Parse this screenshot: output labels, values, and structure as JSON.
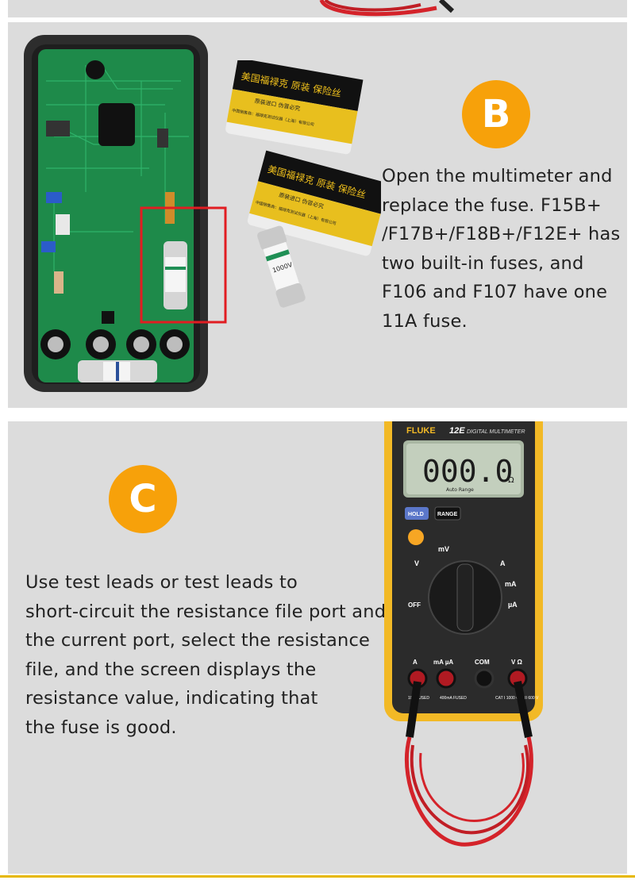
{
  "section_b": {
    "badge_letter": "B",
    "description": "Open the multimeter and\nreplace the fuse. F15B+\n/F17B+/F18B+/F12E+ has\ntwo built-in fuses, and\nF106 and F107 have one\n11A fuse.",
    "fuse_box_top": {
      "line1": "美国福禄克 原装 保险丝",
      "line2": "原装进口 伪冒必究",
      "line3": "中国销售商：福禄克测试仪器（上海）有限公司"
    },
    "fuse_box_bottom": {
      "line1": "美国福禄克 原装 保险丝",
      "line2": "原装进口 伪冒必究",
      "line3": "中国销售商：福禄克测试仪器（上海）有限公司"
    },
    "fuse_label": "1000V"
  },
  "section_c": {
    "badge_letter": "C",
    "description": "Use test leads or test leads to\nshort-circuit the resistance file port and\nthe current port, select the resistance\nfile, and the screen displays the\nresistance value, indicating that\nthe fuse is good.",
    "meter": {
      "brand": "FLUKE",
      "model": "12E",
      "subtitle": "DIGITAL MULTIMETER",
      "display_value": "000.0",
      "display_unit": "Ω",
      "display_mode": "Auto Range",
      "hold_label": "HOLD",
      "range_label": "RANGE",
      "dial": {
        "mv": "mV",
        "v": "V",
        "off": "OFF",
        "a": "A",
        "ma": "mA",
        "ua": "µA"
      },
      "ports": {
        "a": "A",
        "ma_ua": "mA µA",
        "com": "COM",
        "v_ohm": "V Ω"
      },
      "port_notes": {
        "fused_10a": "10A\nFUSED",
        "fused_400ma": "400mA\nFUSED",
        "cat": "CAT I 1000\nCAT II 600 V"
      }
    }
  },
  "colors": {
    "badge": "#f7a10a",
    "meter_yellow": "#f2b926",
    "panel_bg": "#dcdcdc",
    "accent_line": "#e6b800"
  }
}
